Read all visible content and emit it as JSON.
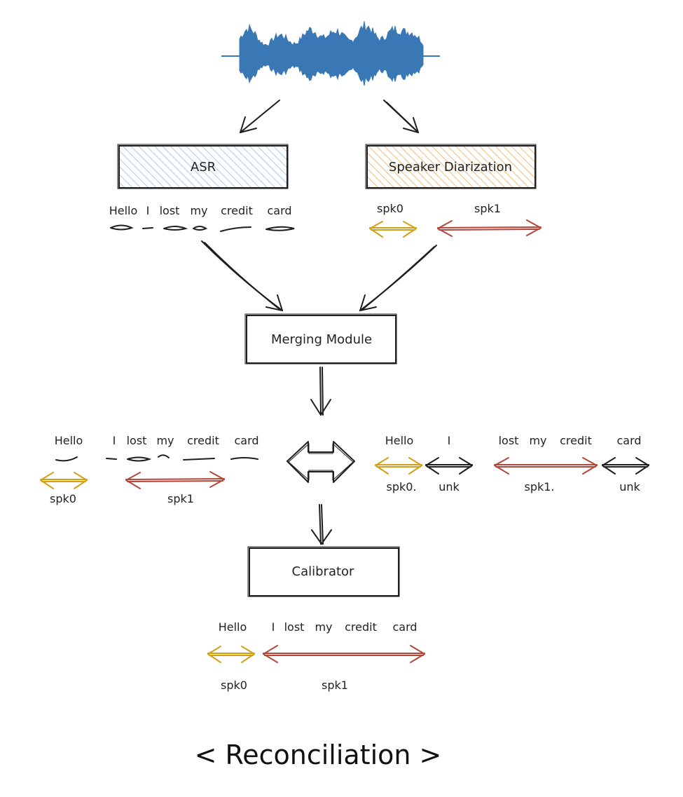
{
  "colors": {
    "waveform": "#3a78b5",
    "asr_fill": "#a9cbe8",
    "diar_fill": "#f2b97a",
    "spk0": "#d4a017",
    "spk1": "#b5473a",
    "unk": "#1e1e1e",
    "ink": "#1e1e1e"
  },
  "asr": {
    "box_label": "ASR",
    "words": [
      "Hello",
      "I",
      "lost",
      "my",
      "credit",
      "card"
    ]
  },
  "diarization": {
    "box_label": "Speaker Diarization",
    "speakers": [
      "spk0",
      "spk1"
    ]
  },
  "merging": {
    "box_label": "Merging Module"
  },
  "merge_left": {
    "words": [
      "Hello",
      "I",
      "lost",
      "my",
      "credit",
      "card"
    ],
    "speakers": [
      "spk0",
      "spk1"
    ]
  },
  "merge_right": {
    "words": [
      "Hello",
      "I",
      "lost",
      "my",
      "credit",
      "card"
    ],
    "speakers": [
      "spk0.",
      "unk",
      "spk1.",
      "unk"
    ]
  },
  "calibrator": {
    "box_label": "Calibrator",
    "words": [
      "Hello",
      "I",
      "lost",
      "my",
      "credit",
      "card"
    ],
    "speakers": [
      "spk0",
      "spk1"
    ]
  },
  "caption": "< Reconciliation >"
}
